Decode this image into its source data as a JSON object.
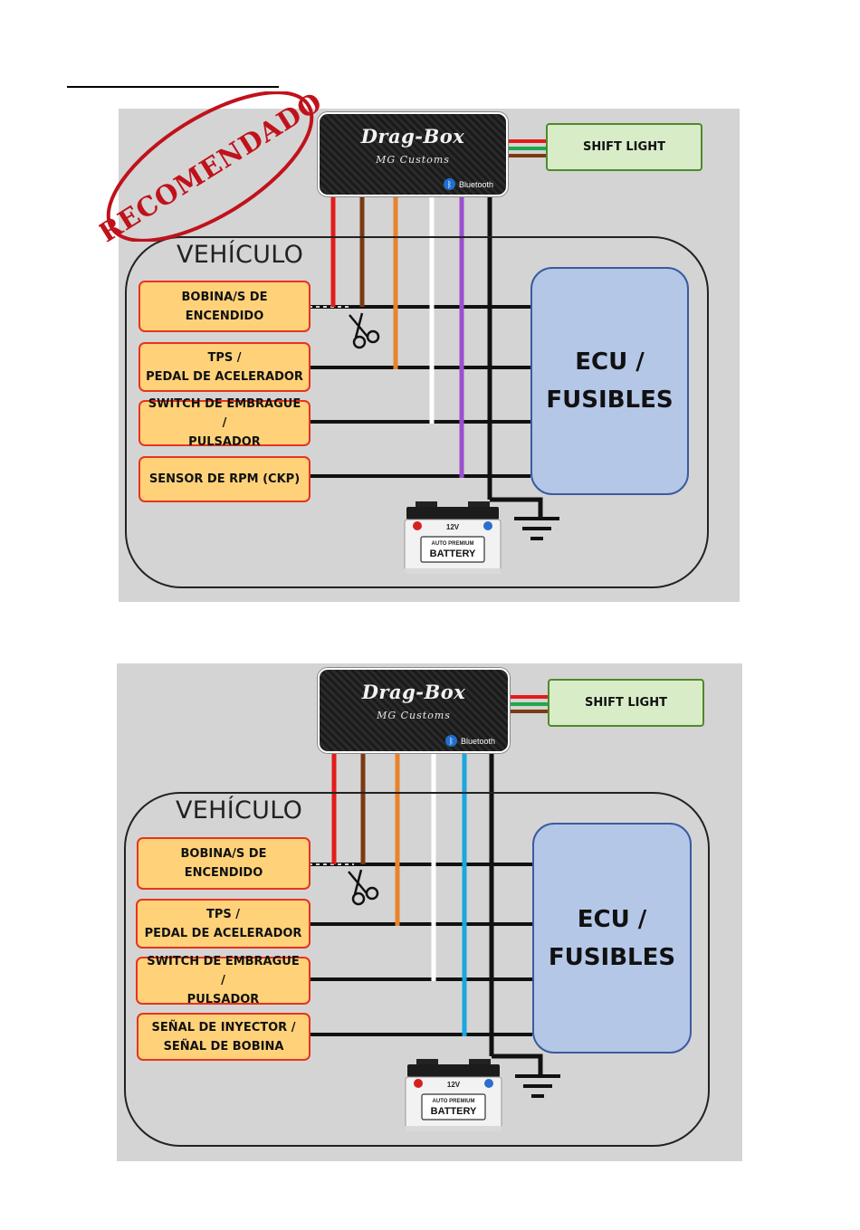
{
  "panels": [
    {
      "stamp": "RECOMENDADO",
      "device": {
        "title": "Drag-Box",
        "subtitle": "MG Customs",
        "bluetooth": "Bluetooth"
      },
      "shift_light": "SHIFT LIGHT",
      "vehicle_label": "VEHÍCULO",
      "inputs": [
        "BOBINA/S DE\nENCENDIDO",
        "TPS /\nPEDAL DE ACELERADOR",
        "SWITCH DE EMBRAGUE /\nPULSADOR",
        "SENSOR DE RPM (CKP)"
      ],
      "ecu": "ECU /\nFUSIBLES",
      "battery": {
        "voltage": "12V",
        "brand": "AUTO PREMIUM",
        "label": "BATTERY"
      },
      "signal_wire_color": "#9b4fd0"
    },
    {
      "device": {
        "title": "Drag-Box",
        "subtitle": "MG Customs",
        "bluetooth": "Bluetooth"
      },
      "shift_light": "SHIFT LIGHT",
      "vehicle_label": "VEHÍCULO",
      "inputs": [
        "BOBINA/S DE\nENCENDIDO",
        "TPS /\nPEDAL DE ACELERADOR",
        "SWITCH DE EMBRAGUE /\nPULSADOR",
        "SEÑAL DE INYECTOR /\nSEÑAL DE BOBINA"
      ],
      "ecu": "ECU /\nFUSIBLES",
      "battery": {
        "voltage": "12V",
        "brand": "AUTO PREMIUM",
        "label": "BATTERY"
      },
      "signal_wire_color": "#1aa7e0"
    }
  ],
  "wire_colors": {
    "power": "#e31b1b",
    "coil": "#7a3b12",
    "tps": "#e8842c",
    "clutch": "#ffffff",
    "ground": "#111111",
    "shift_red": "#e31b1b",
    "shift_green": "#1fa84a",
    "shift_brown": "#7a3b12"
  }
}
